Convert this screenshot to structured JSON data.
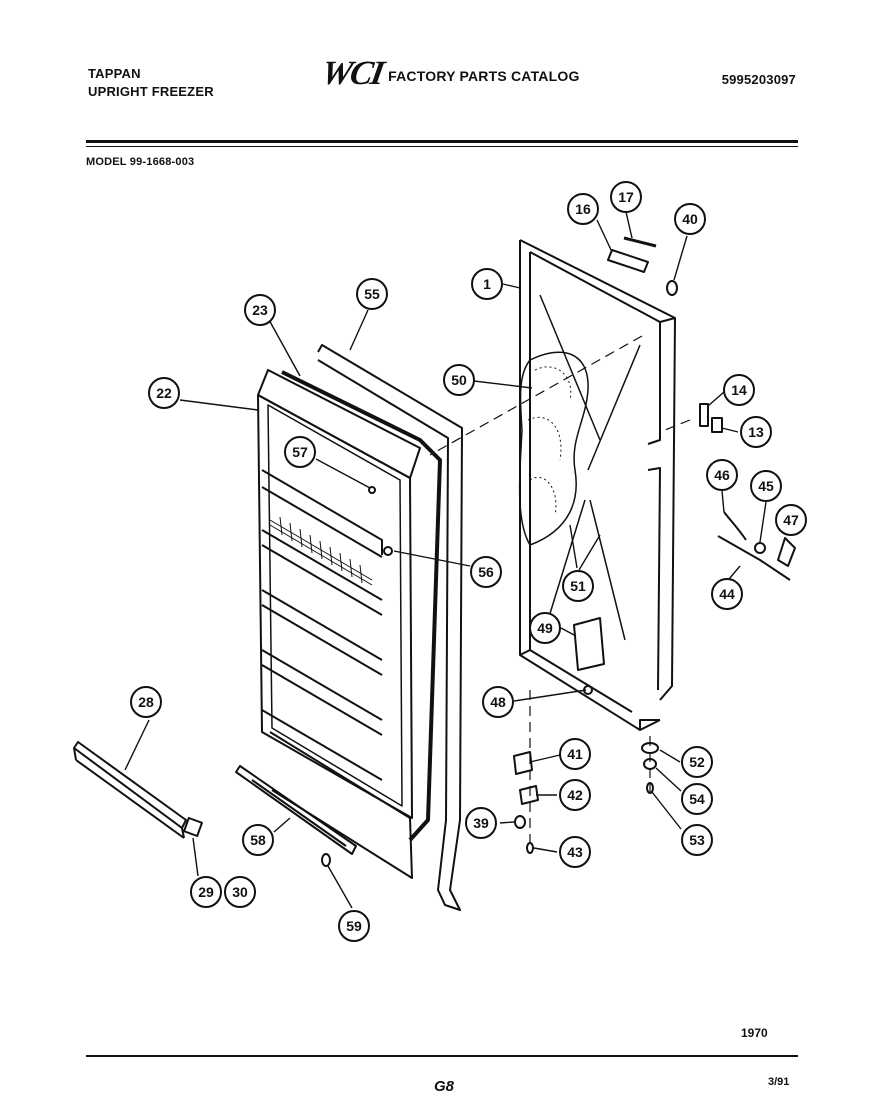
{
  "header": {
    "brand_line1": "TAPPAN",
    "brand_line2": "UPRIGHT FREEZER",
    "logo": "WCI",
    "catalog_title": "FACTORY PARTS CATALOG",
    "part_number": "5995203097",
    "model": "MODEL 99-1668-003"
  },
  "footer": {
    "year": "1970",
    "page": "G8",
    "date": "3/91"
  },
  "callouts": [
    {
      "id": "c1",
      "label": "1"
    },
    {
      "id": "c13",
      "label": "13"
    },
    {
      "id": "c14",
      "label": "14"
    },
    {
      "id": "c16",
      "label": "16"
    },
    {
      "id": "c17",
      "label": "17"
    },
    {
      "id": "c22",
      "label": "22"
    },
    {
      "id": "c23",
      "label": "23"
    },
    {
      "id": "c28",
      "label": "28"
    },
    {
      "id": "c29",
      "label": "29"
    },
    {
      "id": "c30",
      "label": "30"
    },
    {
      "id": "c39",
      "label": "39"
    },
    {
      "id": "c40",
      "label": "40"
    },
    {
      "id": "c41",
      "label": "41"
    },
    {
      "id": "c42",
      "label": "42"
    },
    {
      "id": "c43",
      "label": "43"
    },
    {
      "id": "c44",
      "label": "44"
    },
    {
      "id": "c45",
      "label": "45"
    },
    {
      "id": "c46",
      "label": "46"
    },
    {
      "id": "c47",
      "label": "47"
    },
    {
      "id": "c48",
      "label": "48"
    },
    {
      "id": "c49",
      "label": "49"
    },
    {
      "id": "c50",
      "label": "50"
    },
    {
      "id": "c51",
      "label": "51"
    },
    {
      "id": "c52",
      "label": "52"
    },
    {
      "id": "c53",
      "label": "53"
    },
    {
      "id": "c54",
      "label": "54"
    },
    {
      "id": "c55",
      "label": "55"
    },
    {
      "id": "c56",
      "label": "56"
    },
    {
      "id": "c57",
      "label": "57"
    },
    {
      "id": "c58",
      "label": "58"
    },
    {
      "id": "c59",
      "label": "59"
    }
  ]
}
